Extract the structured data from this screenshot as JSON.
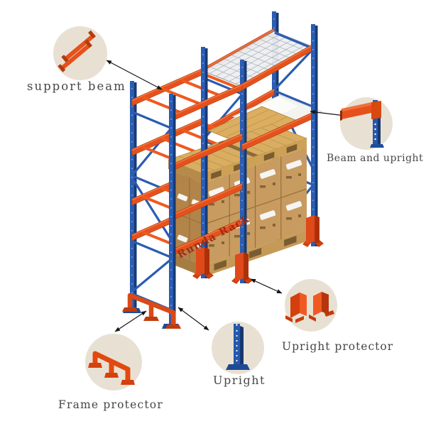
{
  "page": {
    "background": "#ffffff",
    "subject": "pallet racking system exploded-parts diagram"
  },
  "watermark": {
    "text": "Runda Rack"
  },
  "callouts": [
    {
      "id": "support-beam",
      "label": "support beam"
    },
    {
      "id": "beam-and-upright",
      "label": "Beam and upright"
    },
    {
      "id": "upright-protector",
      "label": "Upright protector"
    },
    {
      "id": "upright",
      "label": "Upright"
    },
    {
      "id": "frame-protector",
      "label": "Frame protector"
    }
  ],
  "colors": {
    "beam_orange": "#e5511c",
    "beam_orange_dark": "#b23c0e",
    "upright_blue": "#2a5cb2",
    "upright_blue_dark": "#173a73",
    "circle_bg": "#e8e1d3",
    "label_text": "#474747",
    "watermark_red": "#9c2a15",
    "arrow_black": "#151515",
    "box_tan": "#c89b60",
    "wood": "#d9ad62",
    "mesh_grey": "#a6adb5",
    "sheet_white": "#f4f4f1"
  }
}
